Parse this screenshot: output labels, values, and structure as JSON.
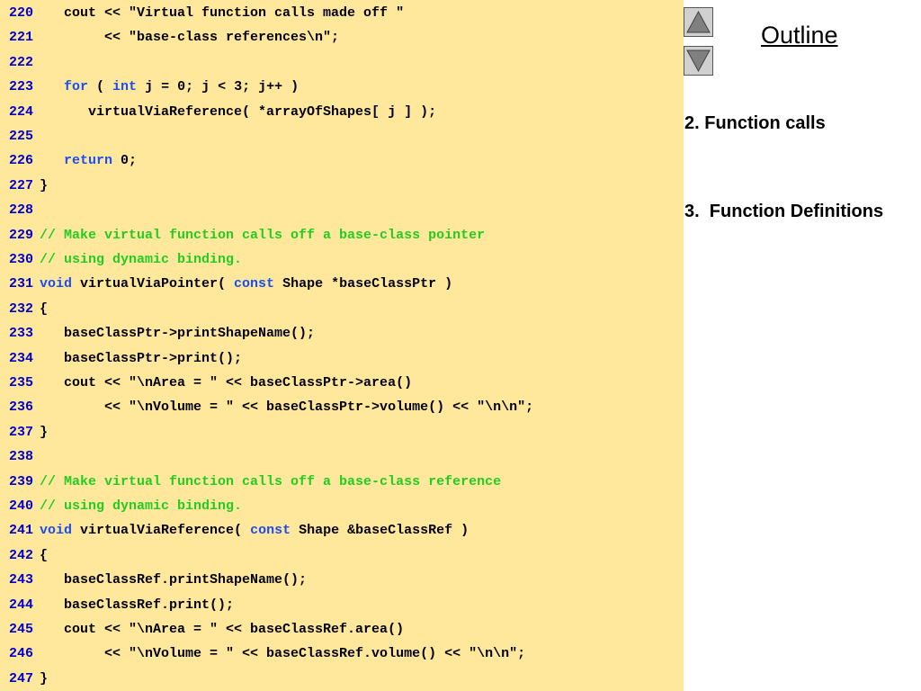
{
  "code_lines": [
    {
      "num": "220",
      "segments": [
        {
          "t": "   cout << \"Virtual function calls made off \"",
          "c": "tx"
        }
      ]
    },
    {
      "num": "221",
      "segments": [
        {
          "t": "        << \"base-class references\\n\";",
          "c": "tx"
        }
      ]
    },
    {
      "num": "222",
      "segments": []
    },
    {
      "num": "223",
      "segments": [
        {
          "t": "   ",
          "c": "tx"
        },
        {
          "t": "for",
          "c": "kw"
        },
        {
          "t": " ( ",
          "c": "tx"
        },
        {
          "t": "int",
          "c": "kw"
        },
        {
          "t": " j = 0; j < 3; j++ )",
          "c": "tx"
        }
      ]
    },
    {
      "num": "224",
      "segments": [
        {
          "t": "      virtualViaReference( *arrayOfShapes[ j ] );",
          "c": "tx"
        }
      ]
    },
    {
      "num": "225",
      "segments": []
    },
    {
      "num": "226",
      "segments": [
        {
          "t": "   ",
          "c": "tx"
        },
        {
          "t": "return",
          "c": "kw"
        },
        {
          "t": " 0;",
          "c": "tx"
        }
      ]
    },
    {
      "num": "227",
      "segments": [
        {
          "t": "}",
          "c": "tx"
        }
      ]
    },
    {
      "num": "228",
      "segments": []
    },
    {
      "num": "229",
      "segments": [
        {
          "t": "// Make virtual function calls off a base-class pointer",
          "c": "cm"
        }
      ]
    },
    {
      "num": "230",
      "segments": [
        {
          "t": "// using dynamic binding.",
          "c": "cm"
        }
      ]
    },
    {
      "num": "231",
      "segments": [
        {
          "t": "void",
          "c": "kw"
        },
        {
          "t": " virtualViaPointer( ",
          "c": "tx"
        },
        {
          "t": "const",
          "c": "kw"
        },
        {
          "t": " Shape *baseClassPtr )",
          "c": "tx"
        }
      ]
    },
    {
      "num": "232",
      "segments": [
        {
          "t": "{",
          "c": "tx"
        }
      ]
    },
    {
      "num": "233",
      "segments": [
        {
          "t": "   baseClassPtr->printShapeName();",
          "c": "tx"
        }
      ]
    },
    {
      "num": "234",
      "segments": [
        {
          "t": "   baseClassPtr->print();",
          "c": "tx"
        }
      ]
    },
    {
      "num": "235",
      "segments": [
        {
          "t": "   cout << \"\\nArea = \" << baseClassPtr->area()",
          "c": "tx"
        }
      ]
    },
    {
      "num": "236",
      "segments": [
        {
          "t": "        << \"\\nVolume = \" << baseClassPtr->volume() << \"\\n\\n\";",
          "c": "tx"
        }
      ]
    },
    {
      "num": "237",
      "segments": [
        {
          "t": "}",
          "c": "tx"
        }
      ]
    },
    {
      "num": "238",
      "segments": []
    },
    {
      "num": "239",
      "segments": [
        {
          "t": "// Make virtual function calls off a base-class reference",
          "c": "cm"
        }
      ]
    },
    {
      "num": "240",
      "segments": [
        {
          "t": "// using dynamic binding.",
          "c": "cm"
        }
      ]
    },
    {
      "num": "241",
      "segments": [
        {
          "t": "void",
          "c": "kw"
        },
        {
          "t": " virtualViaReference( ",
          "c": "tx"
        },
        {
          "t": "const",
          "c": "kw"
        },
        {
          "t": " Shape &baseClassRef )",
          "c": "tx"
        }
      ]
    },
    {
      "num": "242",
      "segments": [
        {
          "t": "{",
          "c": "tx"
        }
      ]
    },
    {
      "num": "243",
      "segments": [
        {
          "t": "   baseClassRef.printShapeName();",
          "c": "tx"
        }
      ]
    },
    {
      "num": "244",
      "segments": [
        {
          "t": "   baseClassRef.print();",
          "c": "tx"
        }
      ]
    },
    {
      "num": "245",
      "segments": [
        {
          "t": "   cout << \"\\nArea = \" << baseClassRef.area()",
          "c": "tx"
        }
      ]
    },
    {
      "num": "246",
      "segments": [
        {
          "t": "        << \"\\nVolume = \" << baseClassRef.volume() << \"\\n\\n\";",
          "c": "tx"
        }
      ]
    },
    {
      "num": "247",
      "segments": [
        {
          "t": "}",
          "c": "tx"
        }
      ]
    }
  ],
  "sidebar": {
    "title": "Outline",
    "items": [
      "2. Function calls",
      "3.  Function Definitions"
    ],
    "nav_up_icon": "triangle-up-icon",
    "nav_down_icon": "triangle-down-icon"
  },
  "colors": {
    "code_background": "#ffe79c",
    "line_number": "#0000cc",
    "keyword": "#1a4ef0",
    "comment": "#22cc22",
    "code_text": "#000000"
  }
}
